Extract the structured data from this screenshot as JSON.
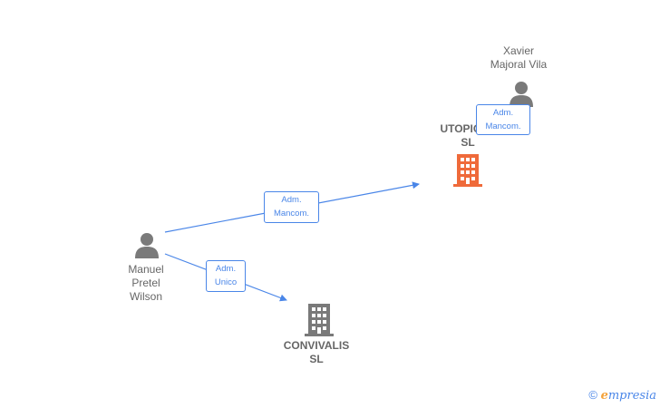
{
  "nodes": {
    "xavier": {
      "name": "Xavier\nMajoral Vila",
      "type": "person"
    },
    "manuel": {
      "name": "Manuel\nPretel\nWilson",
      "type": "person"
    },
    "utopicss": {
      "name": "UTOPICSS\nSL",
      "type": "company"
    },
    "convivalis": {
      "name": "CONVIVALIS\nSL",
      "type": "company"
    }
  },
  "edges": {
    "xavier_utopicss": {
      "label": "Adm.\nMancom."
    },
    "manuel_utopicss": {
      "label": "Adm.\nMancom."
    },
    "manuel_convivalis": {
      "label": "Adm.\nUnico"
    }
  },
  "colors": {
    "edge": "#4a86e8",
    "person_icon": "#7a7a7a",
    "company_main": "#ef6a3a",
    "company_other": "#7a7a7a"
  },
  "icons": {
    "person": "person-icon",
    "company": "building-icon"
  },
  "footer": {
    "copyright": "©",
    "brand": "mpresia",
    "brand_initial": "e"
  }
}
